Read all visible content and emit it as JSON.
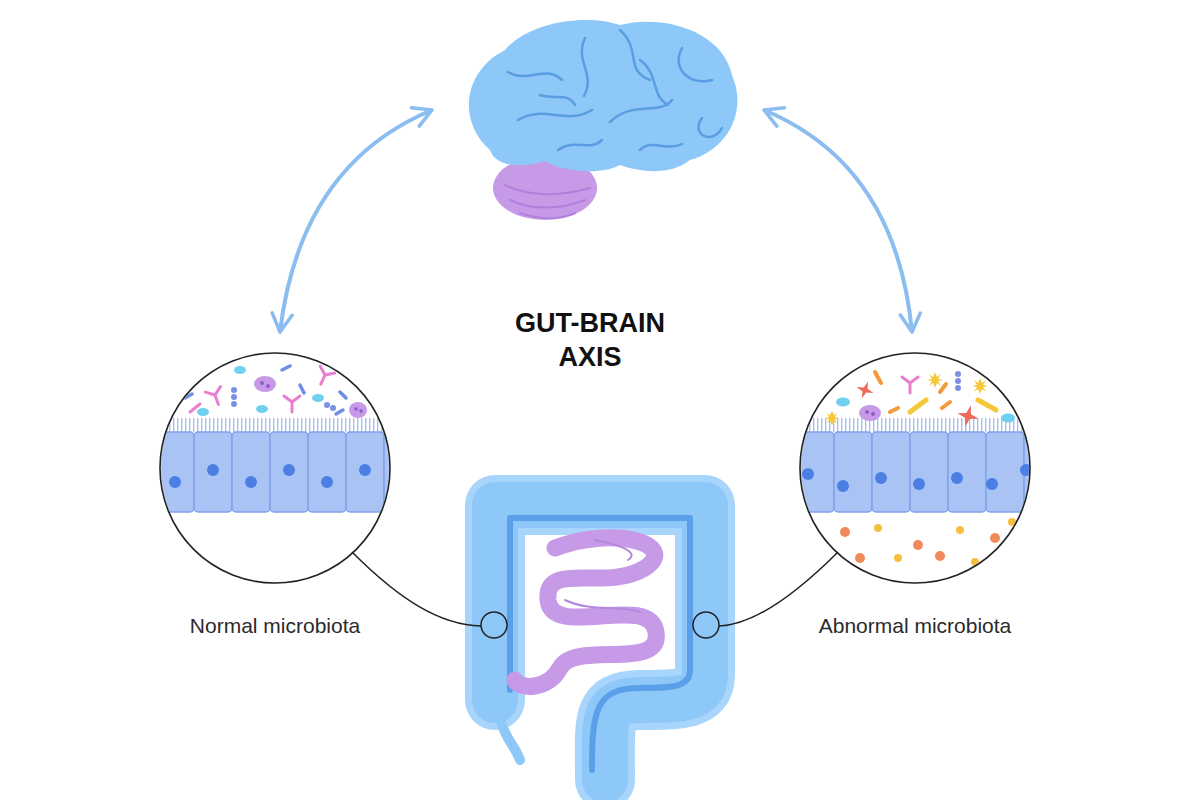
{
  "diagram": {
    "title": "GUT-BRAIN AXIS",
    "nodes": [
      {
        "text": [
          "Normal microbiota"
        ]
      },
      {
        "text": [
          "Abnormal microbiota"
        ]
      }
    ]
  }
}
